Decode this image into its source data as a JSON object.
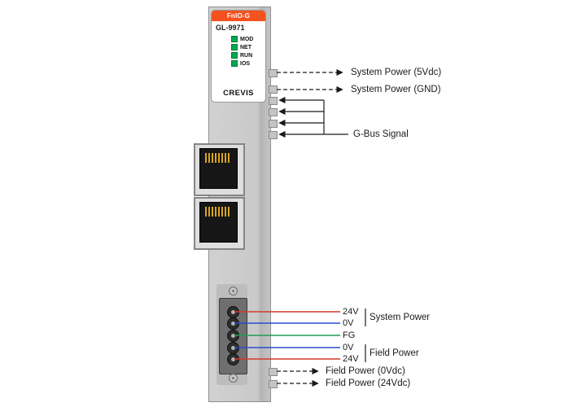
{
  "module": {
    "brand": "FnIO-G",
    "model": "GL-9971",
    "leds": [
      "MOD",
      "NET",
      "RUN",
      "IOS"
    ],
    "logo": "CREVIS"
  },
  "annotations": {
    "system_power_5v": "System Power (5Vdc)",
    "system_power_gnd": "System Power (GND)",
    "gbus": "G-Bus Signal",
    "field_power_0v": "Field Power (0Vdc)",
    "field_power_24v": "Field Power (24Vdc)"
  },
  "terminals": {
    "labels": [
      "24V",
      "0V",
      "FG",
      "0V",
      "24V"
    ],
    "wire_colors": [
      "#d43a2a",
      "#2b4bd4",
      "#1e9e50",
      "#2b4bd4",
      "#d43a2a"
    ],
    "groups": [
      {
        "label": "System Power"
      },
      {
        "label": "Field Power"
      }
    ]
  },
  "colors": {
    "brand_orange": "#f4511e",
    "led_green": "#00a651",
    "module_gray": "#c9c9c9",
    "line": "#1a1a1a"
  }
}
